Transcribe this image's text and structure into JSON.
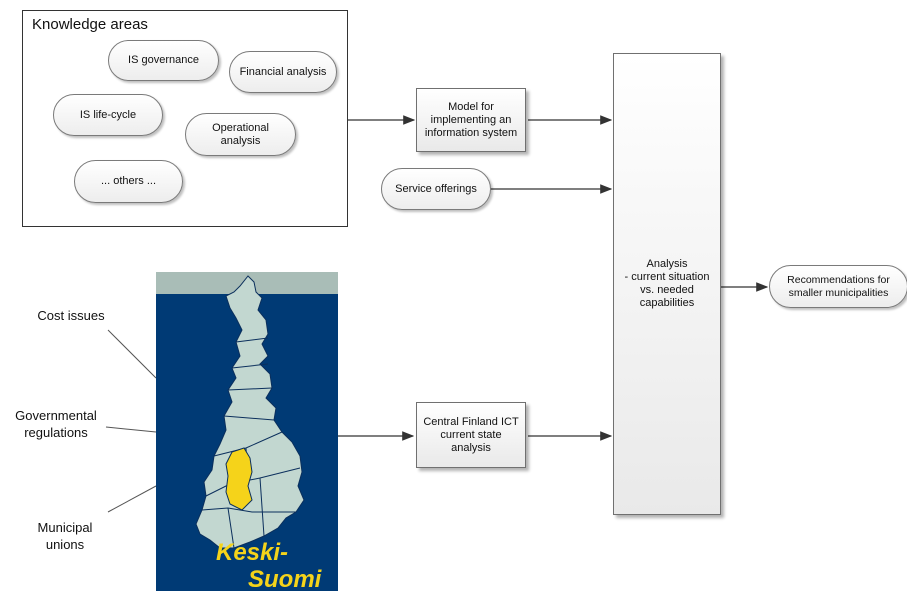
{
  "knowledge_areas": {
    "title": "Knowledge areas",
    "items": [
      "IS governance",
      "Financial analysis",
      "IS life-cycle",
      "Operational analysis",
      "... others ..."
    ]
  },
  "model_box": "Model for\nimplementing an\ninformation system",
  "service_offerings": "Service offerings",
  "analysis_box": "Analysis\n- current situation\nvs. needed\ncapabilities",
  "recommendations": "Recommendations for\nsmaller municipalities",
  "ict_box": "Central Finland ICT\ncurrent state\nanalysis",
  "factors": [
    "Cost issues",
    "Governmental\nregulations",
    "Municipal\nunions"
  ],
  "map": {
    "label_line1": "Keski-",
    "label_line2": "Suomi"
  },
  "colors": {
    "map_background": "#003a75",
    "map_land": "#c2d7d0",
    "map_top_band": "#a9bdb7",
    "highlight_region": "#f5d31a",
    "map_label": "#f5d31a"
  }
}
